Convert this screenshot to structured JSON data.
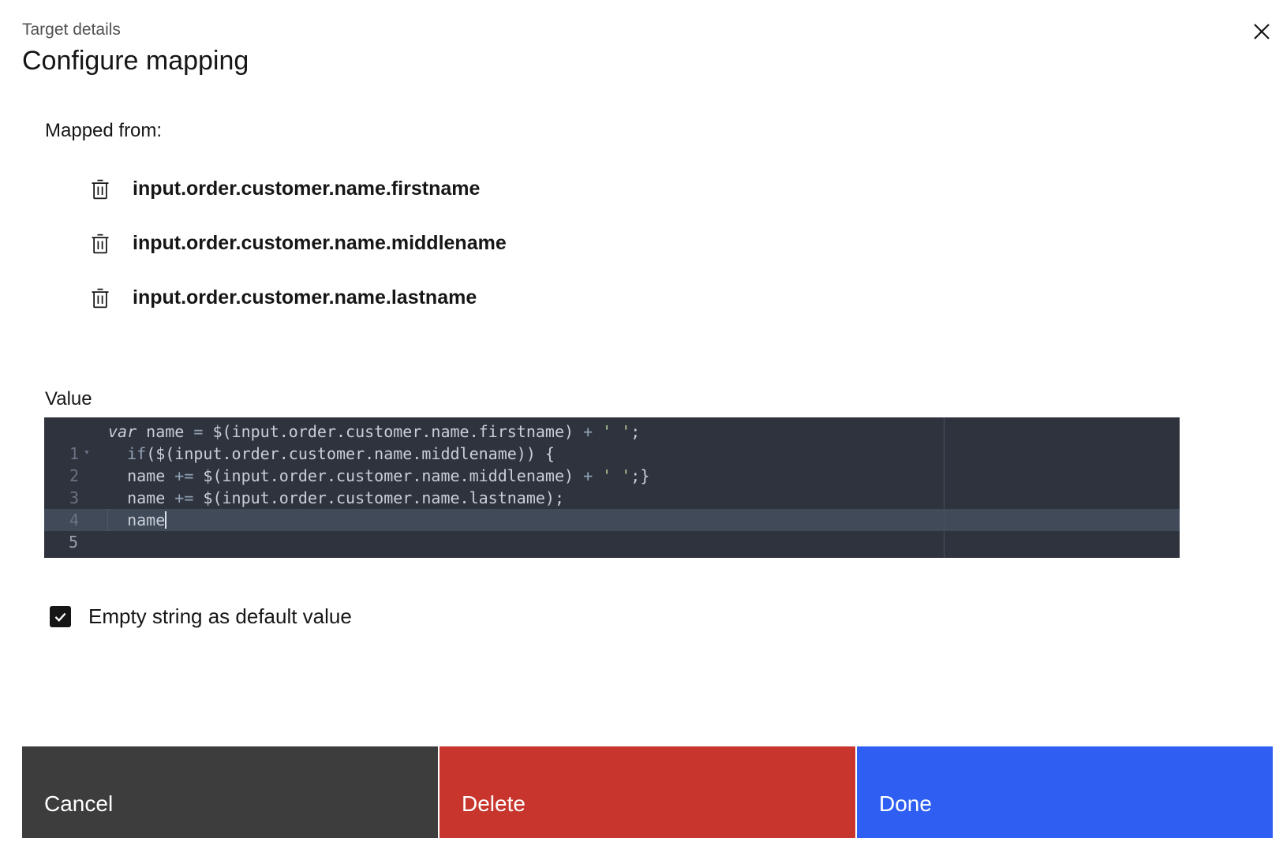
{
  "header": {
    "eyebrow": "Target details",
    "title": "Configure mapping"
  },
  "mapped_from": {
    "label": "Mapped from:",
    "items": [
      {
        "path": "input.order.customer.name.firstname"
      },
      {
        "path": "input.order.customer.name.middlename"
      },
      {
        "path": "input.order.customer.name.lastname"
      }
    ]
  },
  "value_editor": {
    "label": "Value",
    "active_line": 5,
    "lines": [
      {
        "number": 1,
        "fold": false,
        "cursor": false,
        "segments": [
          {
            "text": "var",
            "cls": "kw"
          },
          {
            "text": " name ",
            "cls": "txt"
          },
          {
            "text": "=",
            "cls": "op"
          },
          {
            "text": " $(input.order.customer.name.firstname) ",
            "cls": "txt"
          },
          {
            "text": "+",
            "cls": "op"
          },
          {
            "text": " ",
            "cls": "txt"
          },
          {
            "text": "' '",
            "cls": "str"
          },
          {
            "text": ";",
            "cls": "txt"
          }
        ]
      },
      {
        "number": 2,
        "fold": true,
        "cursor": false,
        "segments": [
          {
            "text": "  ",
            "cls": "txt"
          },
          {
            "text": "if",
            "cls": "op"
          },
          {
            "text": "($(input.order.customer.name.middlename)) {",
            "cls": "txt"
          }
        ]
      },
      {
        "number": 3,
        "fold": false,
        "cursor": false,
        "segments": [
          {
            "text": "  name ",
            "cls": "txt"
          },
          {
            "text": "+=",
            "cls": "op"
          },
          {
            "text": " $(input.order.customer.name.middlename) ",
            "cls": "txt"
          },
          {
            "text": "+",
            "cls": "op"
          },
          {
            "text": " ",
            "cls": "txt"
          },
          {
            "text": "' '",
            "cls": "str"
          },
          {
            "text": ";}",
            "cls": "txt"
          }
        ]
      },
      {
        "number": 4,
        "fold": false,
        "cursor": false,
        "segments": [
          {
            "text": "  name ",
            "cls": "txt"
          },
          {
            "text": "+=",
            "cls": "op"
          },
          {
            "text": " $(input.order.customer.name.lastname);",
            "cls": "txt"
          }
        ]
      },
      {
        "number": 5,
        "fold": false,
        "cursor": true,
        "segments": [
          {
            "text": "  name",
            "cls": "txt"
          }
        ]
      }
    ]
  },
  "checkbox": {
    "label": "Empty string as default value",
    "checked": true
  },
  "footer": {
    "cancel_label": "Cancel",
    "delete_label": "Delete",
    "done_label": "Done"
  },
  "colors": {
    "accent_blue": "#2e5ff2",
    "danger_red": "#c7352d",
    "neutral_dark": "#3d3d3d",
    "editor_background": "#2f333e",
    "editor_active_line": "#414a59",
    "code_text": "#c9ced8",
    "operator_blue": "#8fa1b3",
    "string_green": "#aec795",
    "line_number_gray": "#6a7484"
  }
}
